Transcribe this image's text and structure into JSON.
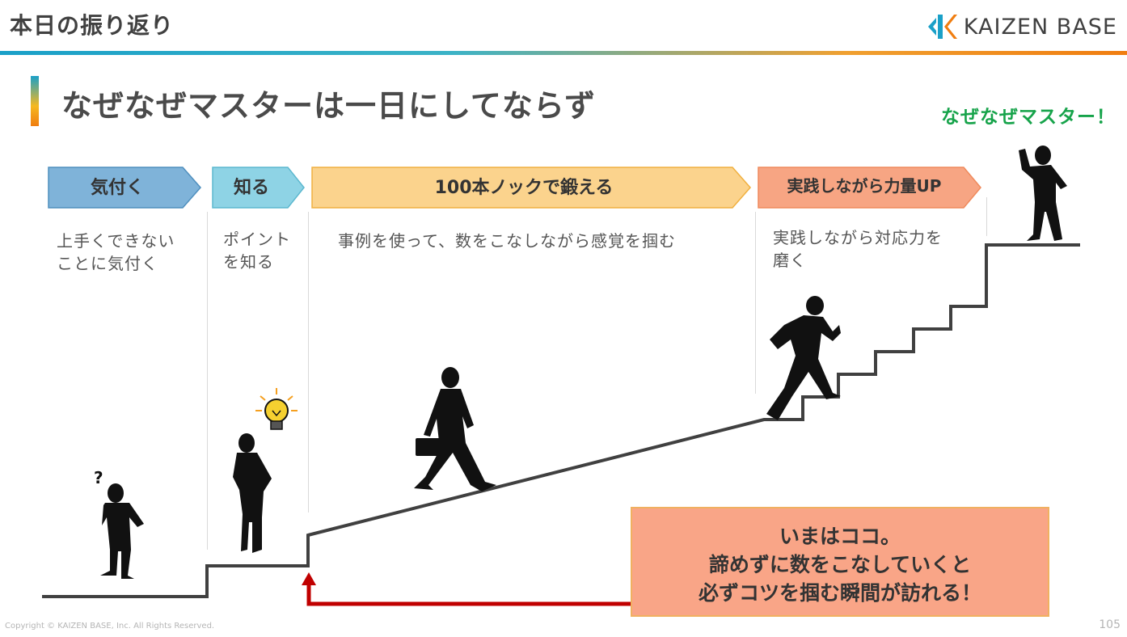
{
  "header": {
    "title": "本日の振り返り"
  },
  "logo": {
    "text": "KAIZEN BASE",
    "colors": [
      "#1aa0c8",
      "#f07d10"
    ]
  },
  "slide": {
    "title": "なぜなぜマスターは一日にしてならず",
    "master_label": "なぜなぜマスター！"
  },
  "stages": [
    {
      "label": "気付く",
      "description": "上手くできない\nことに気付く",
      "fill": "#7fb3d9"
    },
    {
      "label": "知る",
      "description": "ポイント\nを知る",
      "fill": "#8ed3e5"
    },
    {
      "label": "100本ノックで鍛える",
      "description": "事例を使って、数をこなしながら感覚を掴む",
      "fill": "#fbd38d"
    },
    {
      "label": "実践しながら力量UP",
      "description": "実践しながら対応力を\n磨く",
      "fill": "#f7a583"
    }
  ],
  "callout": {
    "lines": [
      "いまはココ。",
      "諦めずに数をこなしていくと",
      "必ずコツを掴む瞬間が訪れる！"
    ]
  },
  "icons": [
    "question-mark-icon",
    "lightbulb-icon"
  ],
  "footer": {
    "copyright": "Copyright ©  KAIZEN BASE, Inc.  All Rights Reserved.",
    "page_number": "105"
  }
}
